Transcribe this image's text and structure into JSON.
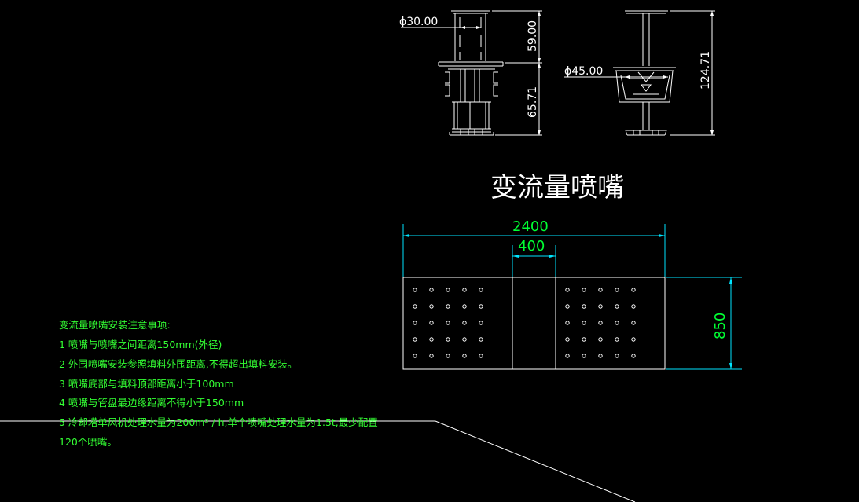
{
  "title": "变流量喷嘴",
  "dimensions": {
    "d30": "ϕ30.00",
    "d45": "ϕ45.00",
    "h59": "59.00",
    "h65": "65.71",
    "h124": "124.71",
    "w2400": "2400",
    "w400": "400",
    "h850": "850"
  },
  "notes": {
    "heading": "变流量喷嘴安装注意事项:",
    "items": [
      "1    喷嘴与喷嘴之间距离150mm(外径)",
      "2    外围喷嘴安装参照填料外围距离,不得超出填料安装。",
      "3    喷嘴底部与填料顶部距离小于100mm",
      "4    喷嘴与管盘最边缘距离不得小于150mm",
      "5    冷却塔单风机处理水量为200m³ / h,单个喷嘴处理水量为1.5t,最少配置",
      "120个喷嘴。"
    ]
  },
  "colors": {
    "background": "#000000",
    "drawing": "#ffffff",
    "dimension_lines": "#00e5ff",
    "dimension_text": "#00ff33",
    "notes": "#33ff33"
  }
}
